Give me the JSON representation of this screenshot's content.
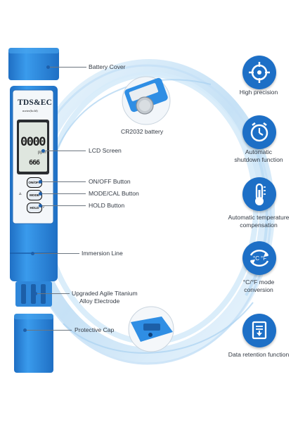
{
  "product": {
    "brand": "TDS&EC",
    "subtitle": "meter(hold)",
    "lcd": {
      "main": "0000",
      "unit": "ppm",
      "small": "666"
    },
    "buttons": {
      "on_off": "ON/OFF",
      "mode_cal": "MODE CAL",
      "hold": "HOLD"
    },
    "battery_inset_text": "CR2032 battery",
    "colors": {
      "body": "#2f8ee4",
      "body_dark": "#1f6fc4",
      "icon_bg": "#1d6fc6",
      "water": "#cfe6f8"
    }
  },
  "callouts": [
    {
      "id": "battery-cover",
      "text": "Battery Cover"
    },
    {
      "id": "lcd-screen",
      "text": "LCD Screen"
    },
    {
      "id": "on-off",
      "text": "ON/OFF Button"
    },
    {
      "id": "mode-cal",
      "text": "MODE/CAL Button"
    },
    {
      "id": "hold",
      "text": "HOLD Button"
    },
    {
      "id": "immersion-line",
      "text": "Immersion Line"
    },
    {
      "id": "electrode-1",
      "text": "Upgraded Agile Titanium"
    },
    {
      "id": "electrode-2",
      "text": "Alloy Electrode"
    },
    {
      "id": "protective-cap",
      "text": "Protective Cap"
    }
  ],
  "battery_label": "CR2032 battery",
  "features": [
    {
      "icon": "target-icon",
      "lines": [
        "High precision"
      ]
    },
    {
      "icon": "clock-icon",
      "lines": [
        "Automatic",
        "shutdown function"
      ]
    },
    {
      "icon": "thermometer-icon",
      "lines": [
        "Automatic temperature",
        "compensation"
      ]
    },
    {
      "icon": "swap-arrows-icon",
      "lines": [
        "°C/°F mode",
        "conversion"
      ]
    },
    {
      "icon": "document-save-icon",
      "lines": [
        "Data retention function"
      ]
    }
  ]
}
